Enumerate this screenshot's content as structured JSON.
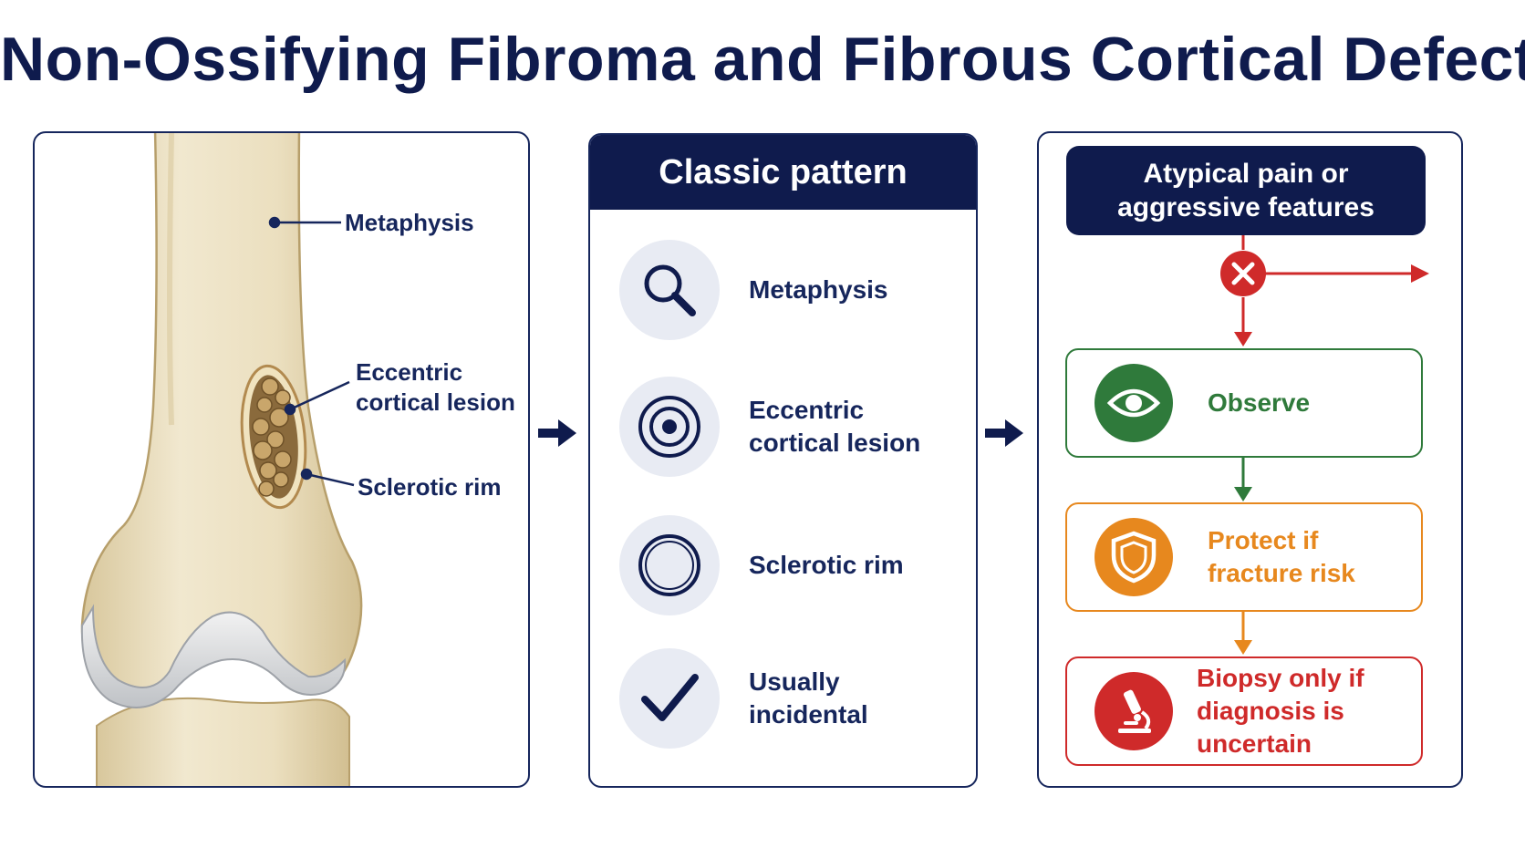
{
  "title": "Non-Ossifying Fibroma and Fibrous Cortical Defect",
  "anatomy": {
    "labels": {
      "metaphysis": "Metaphysis",
      "eccentric_line1": "Eccentric",
      "eccentric_line2": "cortical lesion",
      "sclerotic_rim": "Sclerotic rim"
    }
  },
  "classic": {
    "header": "Classic pattern",
    "items": [
      {
        "icon": "magnifier-icon",
        "line1": "Metaphysis",
        "line2": ""
      },
      {
        "icon": "target-icon",
        "line1": "Eccentric",
        "line2": "cortical lesion"
      },
      {
        "icon": "ring-icon",
        "line1": "Sclerotic rim",
        "line2": ""
      },
      {
        "icon": "check-icon",
        "line1": "Usually incidental",
        "line2": ""
      }
    ]
  },
  "management": {
    "header_line1": "Atypical pain or",
    "header_line2": "aggressive features",
    "steps": [
      {
        "icon": "eye-icon",
        "line1": "Observe",
        "line2": "",
        "color": "#2f7a3b"
      },
      {
        "icon": "shield-icon",
        "line1": "Protect if",
        "line2": "fracture risk",
        "color": "#e7881e"
      },
      {
        "icon": "microscope-icon",
        "line1": "Biopsy only if",
        "line2": "diagnosis is uncertain",
        "color": "#cf2a2a"
      }
    ]
  },
  "colors": {
    "navy": "#0f1b4d",
    "green": "#2f7a3b",
    "orange": "#e7881e",
    "red": "#cf2a2a",
    "bone": "#ece1c2",
    "icon_bg": "#e8ebf3"
  }
}
